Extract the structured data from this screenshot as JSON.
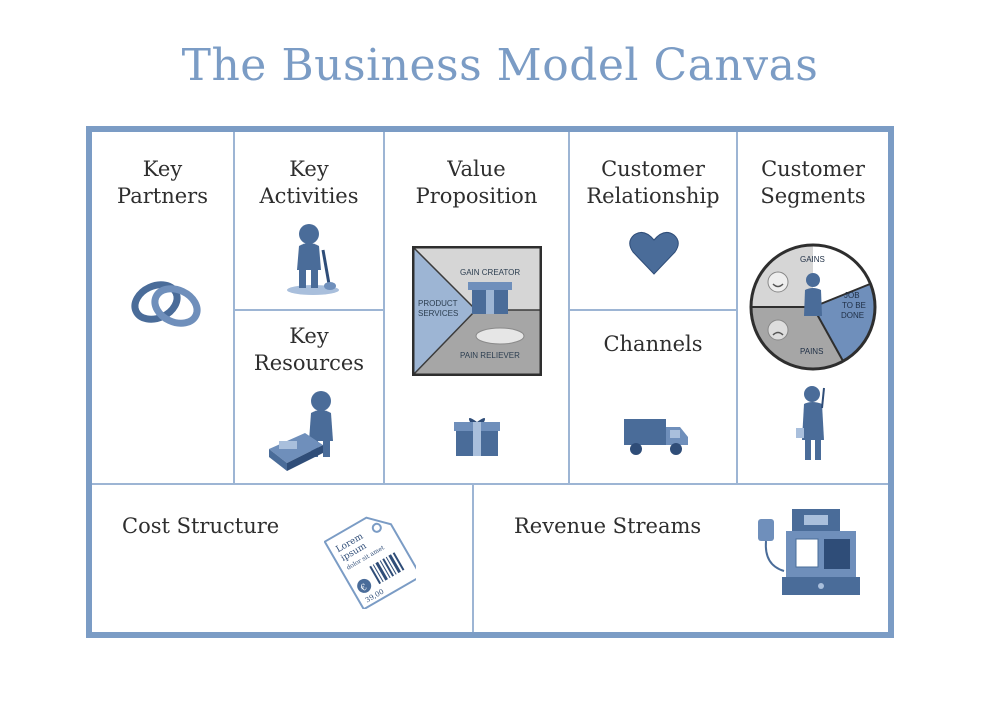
{
  "title": "The Business Model Canvas",
  "colors": {
    "frame": "#7b9cc5",
    "divider": "#9db5d4",
    "icon_dark": "#4a6c99",
    "icon_mid": "#6f8fbb",
    "icon_light": "#a9bfdc"
  },
  "blocks": {
    "key_partners": {
      "line1": "Key",
      "line2": "Partners",
      "icon": "rings-icon"
    },
    "key_activities": {
      "line1": "Key",
      "line2": "Activities",
      "icon": "worker-shovel-icon"
    },
    "key_resources": {
      "line1": "Key",
      "line2": "Resources",
      "icon": "worker-machine-icon"
    },
    "value_proposition": {
      "line1": "Value",
      "line2": "Proposition",
      "icon": "gift-box-icon",
      "diagram": {
        "gain_creator": "GAIN CREATOR",
        "product_line1": "PRODUCT",
        "product_line2": "SERVICES",
        "pain_reliever": "PAIN RELIEVER"
      }
    },
    "customer_relationship": {
      "line1": "Customer",
      "line2": "Relationship",
      "icon": "heart-icon"
    },
    "channels": {
      "label": "Channels",
      "icon": "truck-icon"
    },
    "customer_segments": {
      "line1": "Customer",
      "line2": "Segments",
      "icon": "customer-figure-icon",
      "diagram": {
        "gains": "GAINS",
        "job_line1": "JOB",
        "job_line2": "TO BE",
        "job_line3": "DONE",
        "pains": "PAINS"
      }
    },
    "cost_structure": {
      "label": "Cost Structure",
      "icon": "price-tag-icon",
      "tag": {
        "line1": "Lorem",
        "line2": "ipsum",
        "line3": "dolor sit amet",
        "currency": "€",
        "price": "39,00"
      }
    },
    "revenue_streams": {
      "label": "Revenue Streams",
      "icon": "cash-register-icon"
    }
  }
}
